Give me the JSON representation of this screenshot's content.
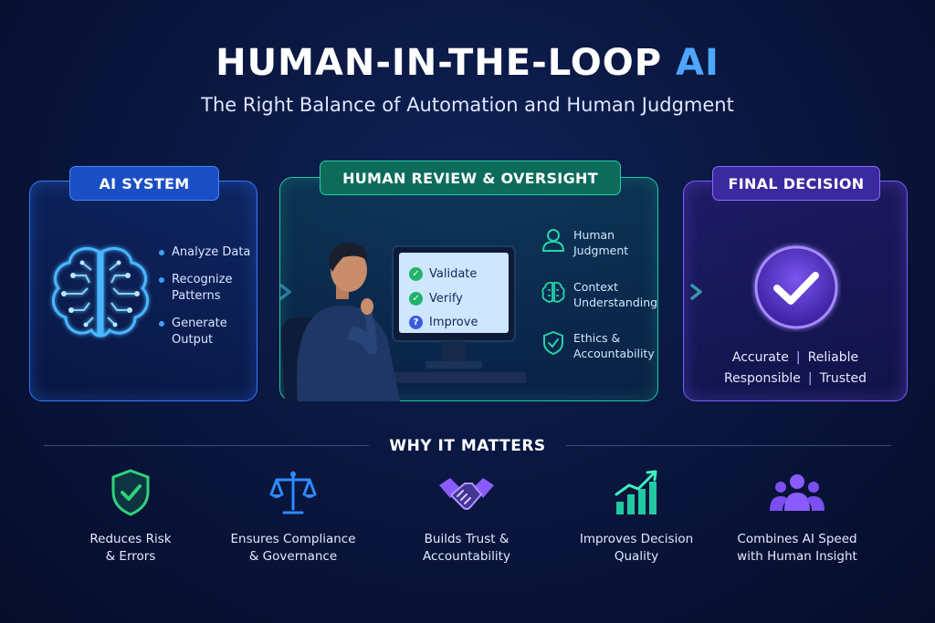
{
  "header": {
    "title_main": "HUMAN-IN-THE-LOOP ",
    "title_accent": "AI",
    "subtitle": "The Right Balance of Automation and Human Judgment"
  },
  "ai_system": {
    "title": "AI SYSTEM",
    "icon": "brain-circuit-icon",
    "items": [
      "Analyze Data",
      "Recognize Patterns",
      "Generate Output"
    ],
    "item_lines": [
      [
        "Analyze Data"
      ],
      [
        "Recognize",
        "Patterns"
      ],
      [
        "Generate",
        "Output"
      ]
    ]
  },
  "human_review": {
    "title": "HUMAN REVIEW & OVERSIGHT",
    "screen_items": [
      {
        "label": "Validate",
        "icon": "check-circle-icon",
        "color": "#21b36b"
      },
      {
        "label": "Verify",
        "icon": "check-circle-icon",
        "color": "#21b36b"
      },
      {
        "label": "Improve",
        "icon": "question-circle-icon",
        "color": "#3b5bdb"
      }
    ],
    "attributes": [
      {
        "icon": "person-icon",
        "lines": [
          "Human",
          "Judgment"
        ]
      },
      {
        "icon": "brain-icon",
        "lines": [
          "Context",
          "Understanding"
        ]
      },
      {
        "icon": "shield-check-icon",
        "lines": [
          "Ethics &",
          "Accountability"
        ]
      }
    ]
  },
  "final_decision": {
    "title": "FINAL DECISION",
    "icon": "check-circle-icon",
    "line1": [
      "Accurate",
      "Reliable"
    ],
    "line2": [
      "Responsible",
      "Trusted"
    ],
    "separator": "|"
  },
  "why": {
    "title": "WHY IT MATTERS",
    "benefits": [
      {
        "icon": "shield-check-icon",
        "lines": [
          "Reduces Risk",
          "& Errors"
        ],
        "color": "#2fd27a"
      },
      {
        "icon": "scales-icon",
        "lines": [
          "Ensures Compliance",
          "& Governance"
        ],
        "color": "#2f8bff"
      },
      {
        "icon": "handshake-icon",
        "lines": [
          "Builds Trust &",
          "Accountability"
        ],
        "color": "#8a5cff"
      },
      {
        "icon": "growth-chart-icon",
        "lines": [
          "Improves Decision",
          "Quality"
        ],
        "color": "#21c9a0"
      },
      {
        "icon": "team-icon",
        "lines": [
          "Combines AI Speed",
          "with Human Insight"
        ],
        "color": "#8a5cff"
      }
    ]
  },
  "colors": {
    "ai_blue": "#2f7bff",
    "human_teal": "#21c9a0",
    "final_purple": "#7c5cff",
    "title_accent": "#4fa6ff"
  }
}
